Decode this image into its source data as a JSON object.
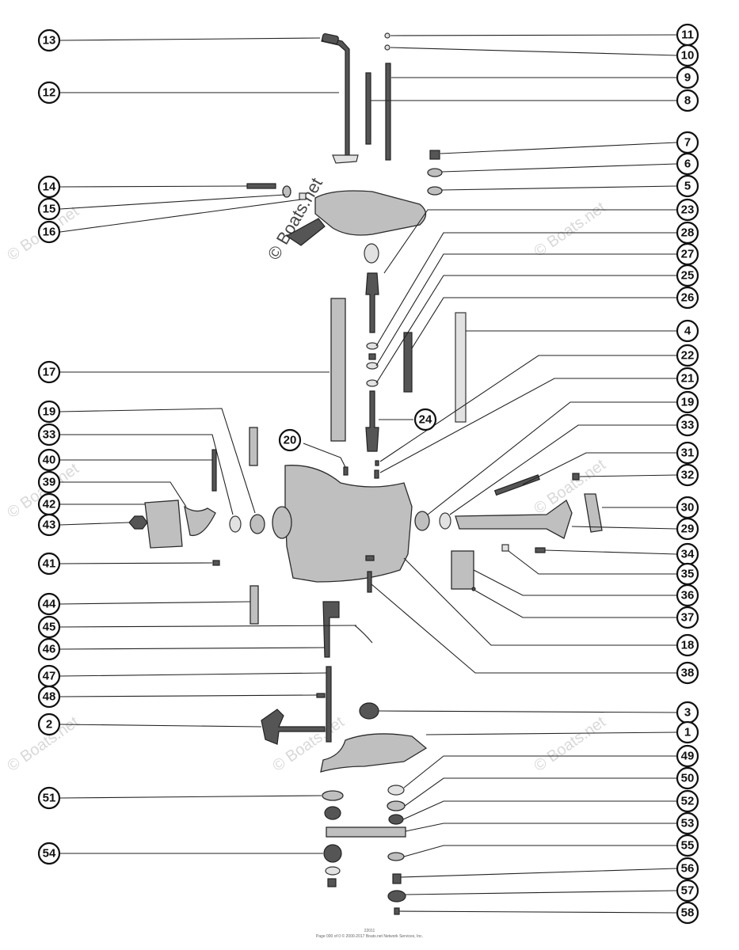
{
  "diagram": {
    "callouts": [
      "13",
      "12",
      "14",
      "15",
      "16",
      "17",
      "19",
      "33",
      "40",
      "39",
      "42",
      "43",
      "41",
      "44",
      "45",
      "46",
      "47",
      "48",
      "2",
      "51",
      "54",
      "20",
      "24",
      "11",
      "10",
      "9",
      "8",
      "7",
      "6",
      "5",
      "23",
      "28",
      "27",
      "25",
      "26",
      "4",
      "22",
      "21",
      "19",
      "33",
      "31",
      "32",
      "30",
      "29",
      "34",
      "35",
      "36",
      "37",
      "18",
      "38",
      "3",
      "1",
      "49",
      "50",
      "52",
      "53",
      "55",
      "56",
      "57",
      "58"
    ],
    "watermark": "© Boats.net",
    "footer": {
      "code": "22011",
      "copyright": "Page 000 of 0 © 2000-2017 Boats.net Network Services, Inc."
    }
  }
}
